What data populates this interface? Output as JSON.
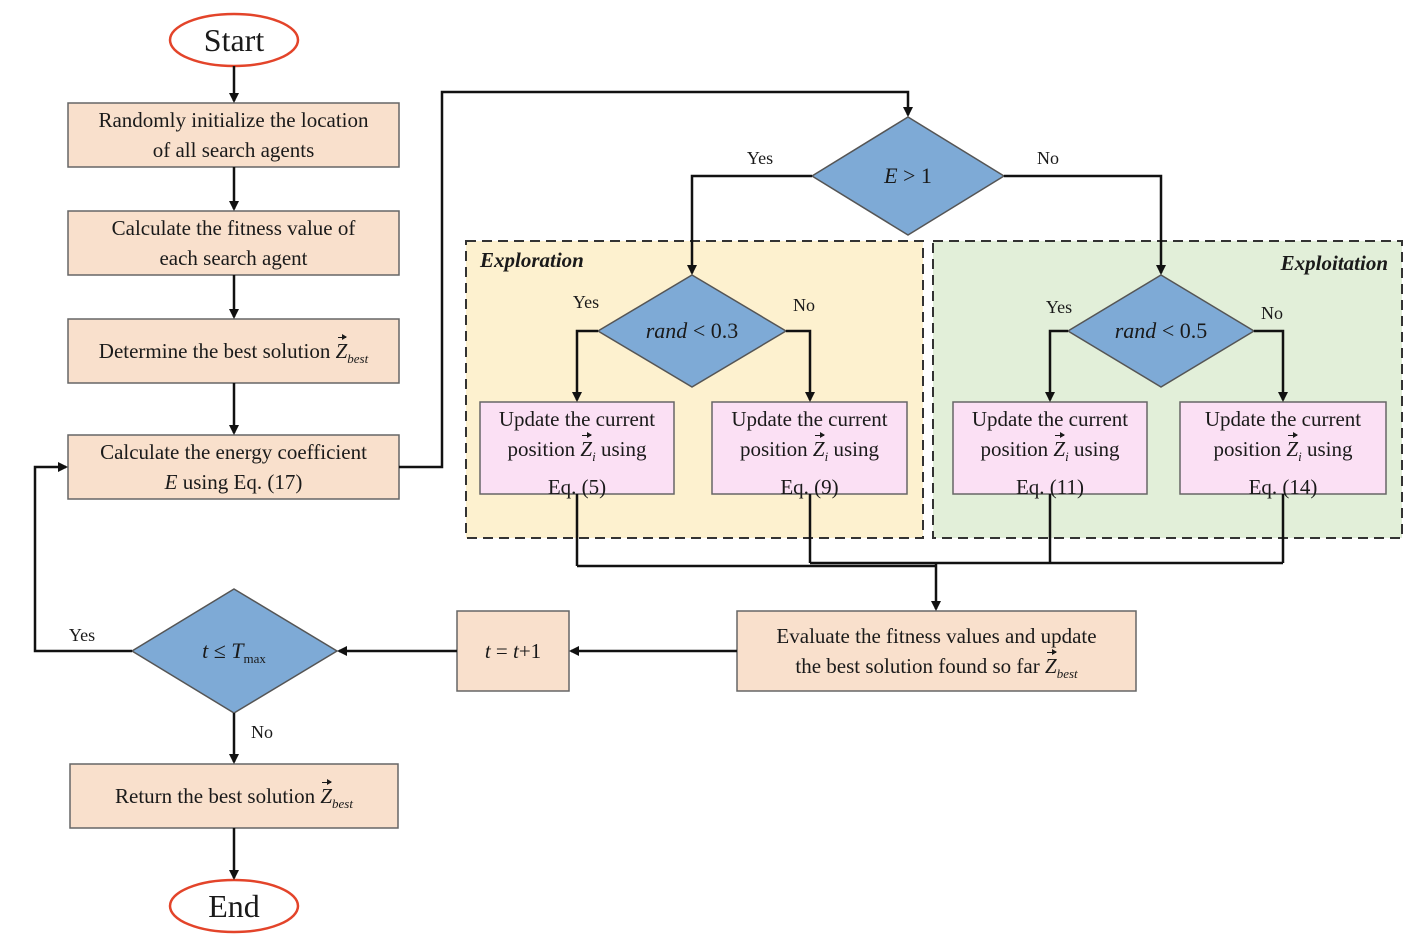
{
  "colors": {
    "process_fill": "#f9e0cc",
    "update_fill": "#fbe0f4",
    "decision_fill": "#7eaad6",
    "terminal_stroke": "#e3442a",
    "exploration_bg": "#fdf1cf",
    "exploitation_bg": "#e2efd9"
  },
  "start": "Start",
  "end": "End",
  "init": {
    "line1": "Randomly initialize the location",
    "line2": "of all search agents"
  },
  "fitness": {
    "line1": "Calculate the fitness value of",
    "line2": "each search agent"
  },
  "best": {
    "text": "Determine the best solution ",
    "var": "Z",
    "sub": "best"
  },
  "energy": {
    "line1": "Calculate the energy coefficient",
    "var": "E",
    "line2": " using Eq. (17)"
  },
  "decision_e": {
    "var": "E",
    "op": " > 1",
    "yes": "Yes",
    "no": "No"
  },
  "exploration": {
    "label": "Exploration",
    "decision_var": "rand",
    "decision_op": " < 0.3",
    "yes": "Yes",
    "no": "No"
  },
  "exploitation": {
    "label": "Exploitation",
    "decision_var": "rand",
    "decision_op": " < 0.5",
    "yes": "Yes",
    "no": "No"
  },
  "updates": [
    {
      "line1": "Update the current",
      "pre": "position ",
      "var": "Z",
      "sub": "i",
      "post": " using",
      "eq": "Eq. (5)"
    },
    {
      "line1": "Update the current",
      "pre": "position ",
      "var": "Z",
      "sub": "i",
      "post": " using",
      "eq": "Eq. (9)"
    },
    {
      "line1": "Update the current",
      "pre": "position ",
      "var": "Z",
      "sub": "i",
      "post": " using",
      "eq": "Eq. (11)"
    },
    {
      "line1": "Update the current",
      "pre": "position ",
      "var": "Z",
      "sub": "i",
      "post": " using",
      "eq": "Eq. (14)"
    }
  ],
  "evaluate": {
    "line1": "Evaluate the fitness values and update",
    "line2": "the best solution found so far ",
    "var": "Z",
    "sub": "best"
  },
  "increment": {
    "var1": "t",
    "mid": " = ",
    "var2": "t",
    "post": "+1"
  },
  "decision_t": {
    "var": "t",
    "op": " ≤ ",
    "var2": "T",
    "sub": "max",
    "yes": "Yes",
    "no": "No"
  },
  "return": {
    "text": "Return the best solution ",
    "var": "Z",
    "sub": "best"
  }
}
